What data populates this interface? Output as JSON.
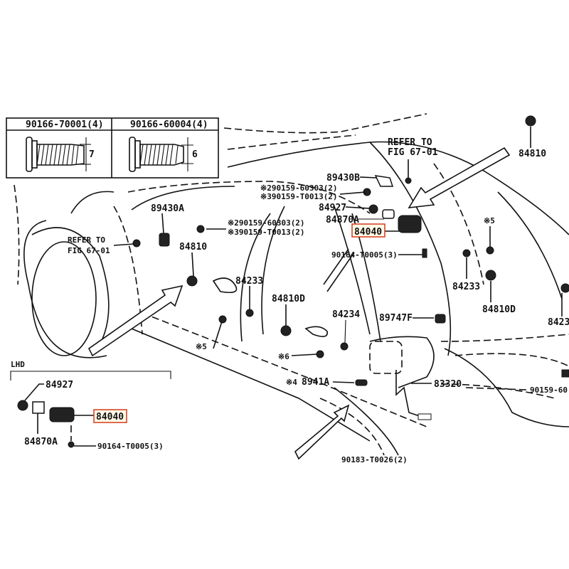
{
  "fastener_table": {
    "columns": [
      {
        "part_no": "90166-70001(4)",
        "dimension": "7"
      },
      {
        "part_no": "90166-60004(4)",
        "dimension": "6"
      }
    ]
  },
  "labels": {
    "refer_top": [
      "REFER TO",
      "FIG 67-01"
    ],
    "refer_left": [
      "REFER TO",
      "FIG 67-01"
    ],
    "p89430B": "89430B",
    "clip_right_1": "※290159-60303(2)",
    "clip_right_2": "※390159-T0013(2)",
    "clip_left_1": "※290159-60303(2)",
    "clip_left_2": "※390159-T0013(2)",
    "p84927": "84927",
    "p84870A": "84870A",
    "p84040": "84040",
    "screw_main": "90164-T0005(3)",
    "p84810_top": "84810",
    "note5_right": "※5",
    "p84233_right": "84233",
    "p84810D_right": "84810D",
    "p8423_cut": "8423",
    "p89430A": "89430A",
    "p84810_left": "84810",
    "p84233_left": "84233",
    "p84810D_mid": "84810D",
    "p84234": "84234",
    "p89747F": "89747F",
    "note5_left": "※5",
    "note6": "※6",
    "note4": "※4",
    "p8941A": "8941A",
    "p83320": "83320",
    "p90159_cut": "90159-60",
    "p90183_cut": "90183-T0026(2)"
  },
  "lhd_inset": {
    "title": "LHD",
    "p84927": "84927",
    "p84040": "84040",
    "p84870A": "84870A",
    "screw": "90164-T0005(3)"
  },
  "highlight_color": "#d33a1a",
  "highlight_fill": "#fffbe8"
}
